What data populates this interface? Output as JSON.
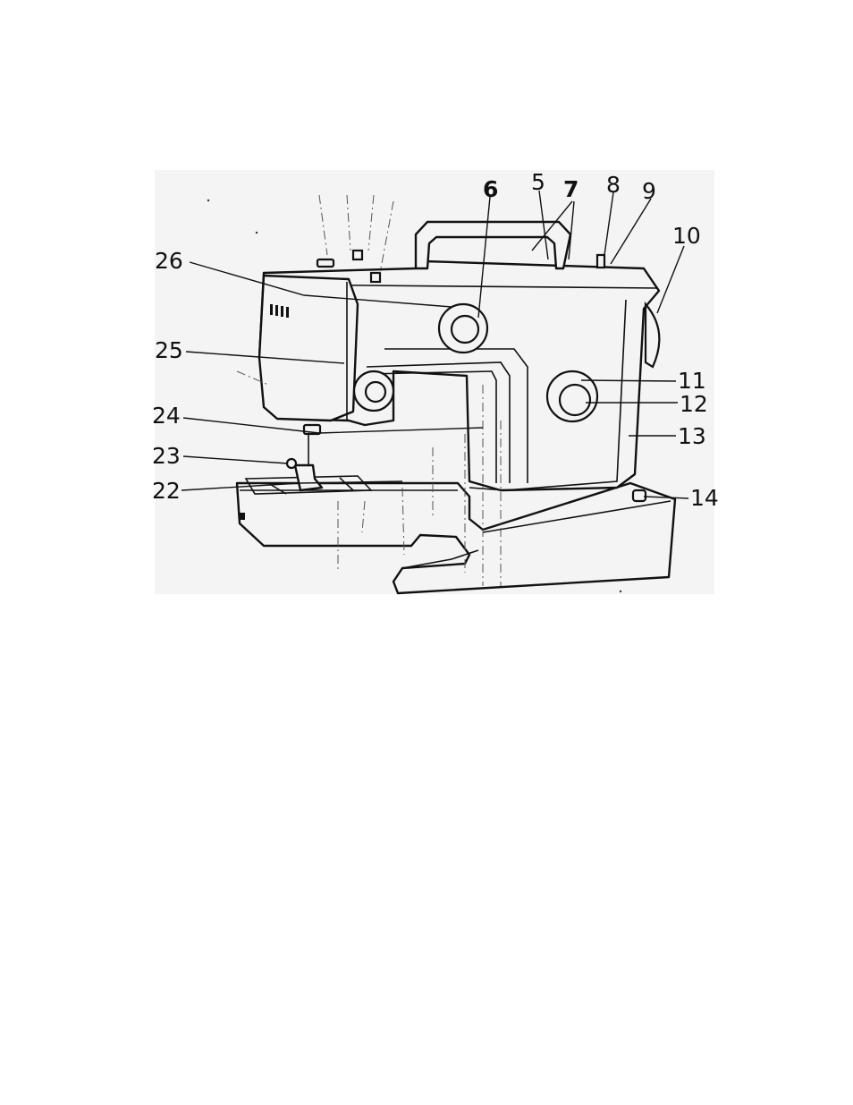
{
  "diagram": {
    "labels": [
      {
        "id": "26",
        "text": "26"
      },
      {
        "id": "25",
        "text": "25"
      },
      {
        "id": "24",
        "text": "24"
      },
      {
        "id": "23",
        "text": "23"
      },
      {
        "id": "22",
        "text": "22"
      },
      {
        "id": "6",
        "text": "6"
      },
      {
        "id": "5",
        "text": "5"
      },
      {
        "id": "7",
        "text": "7"
      },
      {
        "id": "8",
        "text": "8"
      },
      {
        "id": "9",
        "text": "9"
      },
      {
        "id": "10",
        "text": "10"
      },
      {
        "id": "11",
        "text": "11"
      },
      {
        "id": "12",
        "text": "12"
      },
      {
        "id": "13",
        "text": "13"
      },
      {
        "id": "14",
        "text": "14"
      }
    ]
  }
}
